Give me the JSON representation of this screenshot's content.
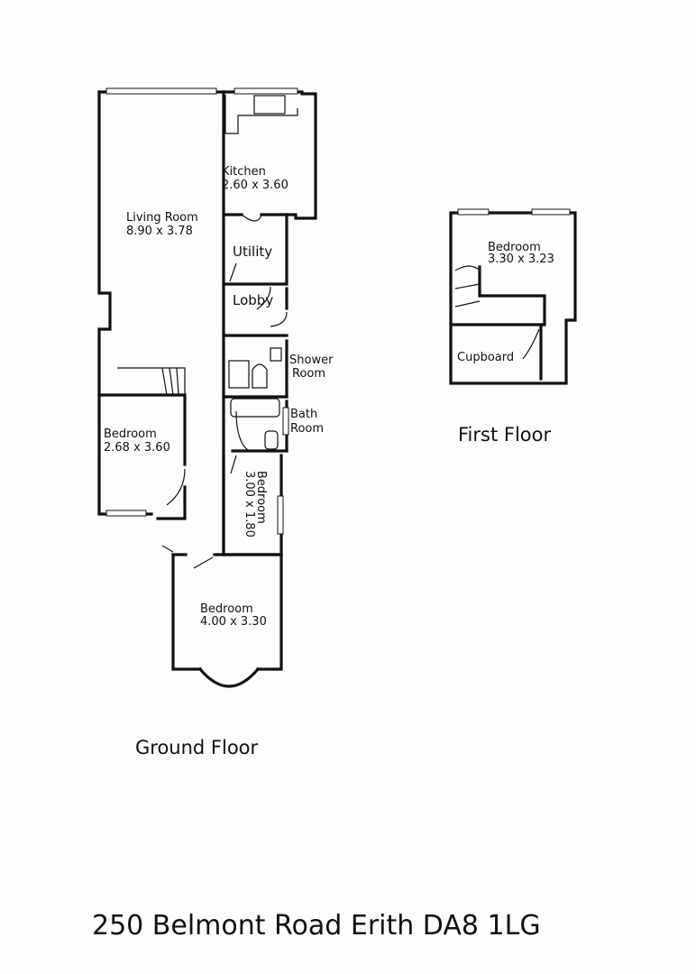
{
  "rooms": {
    "kitchen": {
      "name": "Kitchen",
      "dims": "2.60 x 3.60"
    },
    "living_room": {
      "name": "Living Room",
      "dims": "8.90 x 3.78"
    },
    "utility": {
      "name": "Utility"
    },
    "lobby": {
      "name": "Lobby"
    },
    "shower_room": {
      "line1": "Shower",
      "line2": "Room"
    },
    "bath_room": {
      "line1": "Bath",
      "line2": "Room"
    },
    "bedroom_left": {
      "name": "Bedroom",
      "dims": "2.68 x 3.60"
    },
    "bedroom_small": {
      "name": "Bedroom",
      "dims": "3.00 x 1.80"
    },
    "bedroom_front": {
      "name": "Bedroom",
      "dims": "4.00 x 3.30"
    },
    "bedroom_first": {
      "name": "Bedroom",
      "dims": "3.30 x 3.23"
    },
    "cupboard": {
      "name": "Cupboard"
    }
  },
  "floors": {
    "ground": "Ground Floor",
    "first": "First Floor"
  },
  "address": "250 Belmont Road Erith DA8 1LG"
}
